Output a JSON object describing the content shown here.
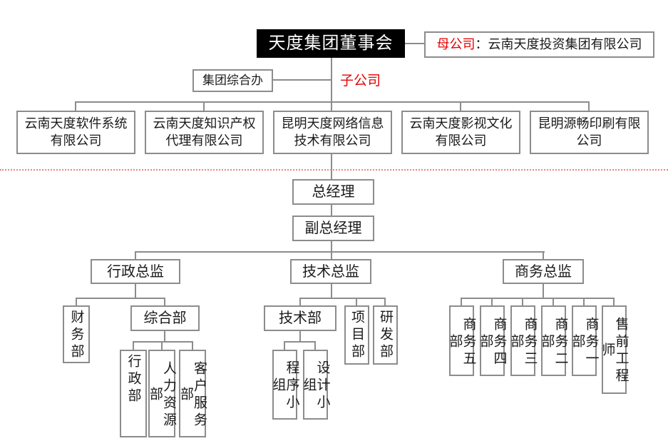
{
  "colors": {
    "accent_red": "#e60000",
    "line_gray": "#8c8c8c",
    "divider_dotted_red": "#f08080",
    "board_bg": "#000000",
    "board_text": "#ffffff"
  },
  "board": {
    "label": "天度集团董事会"
  },
  "parent_company": {
    "label": "母公司",
    "separator": "：",
    "name": "云南天度投资集团有限公司"
  },
  "group_office": {
    "label": "集团综合办"
  },
  "subsidiary_label": "子公司",
  "subsidiaries": [
    {
      "line1": "云南天度软件系统",
      "line2": "有限公司"
    },
    {
      "line1": "云南天度知识产权",
      "line2": "代理有限公司"
    },
    {
      "line1": "昆明天度网络信息",
      "line2": "技术有限公司"
    },
    {
      "line1": "云南天度影视文化",
      "line2": "有限公司"
    },
    {
      "line1": "昆明源畅印刷有限",
      "line2": "公司"
    }
  ],
  "management": {
    "general_manager": "总经理",
    "deputy_general_manager": "副总经理"
  },
  "directors": {
    "admin": "行政总监",
    "tech": "技术总监",
    "business": "商务总监"
  },
  "admin_branch": {
    "finance_dept": "财务部",
    "general_affairs_dept": "综合部",
    "admin_dept": "行政部",
    "hr_dept": "人力资源部",
    "customer_service_dept": "客户服务部"
  },
  "tech_branch": {
    "tech_dept": "技术部",
    "project_dept": "项目部",
    "rnd_dept": "研发部",
    "program_group": "程序小组",
    "design_group": "设计小组"
  },
  "business_branch": {
    "dept5": "商务五部",
    "dept4": "商务四部",
    "dept3": "商务三部",
    "dept2": "商务二部",
    "dept1": "商务一部",
    "presales_engineer": "售前工程师"
  }
}
